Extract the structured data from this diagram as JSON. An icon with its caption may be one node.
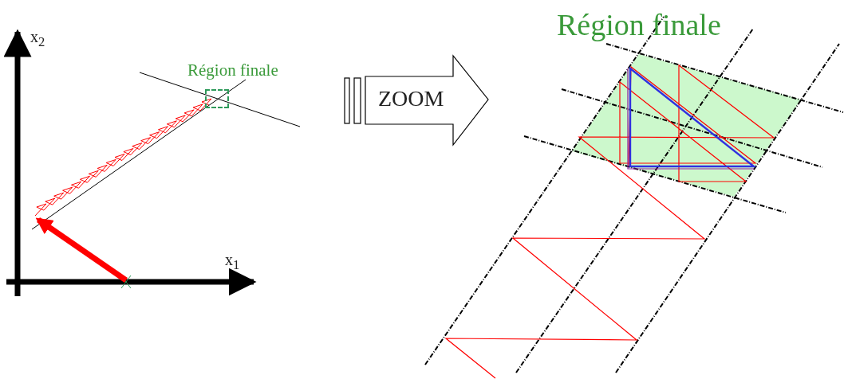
{
  "diagram": {
    "nodes": [
      {
        "text": [
          "Région finale"
        ]
      },
      {
        "text": [
          "Région finale"
        ]
      }
    ],
    "labels": [
      "x$_{2}$",
      "x$_{1}$",
      "ZOOM"
    ]
  }
}
